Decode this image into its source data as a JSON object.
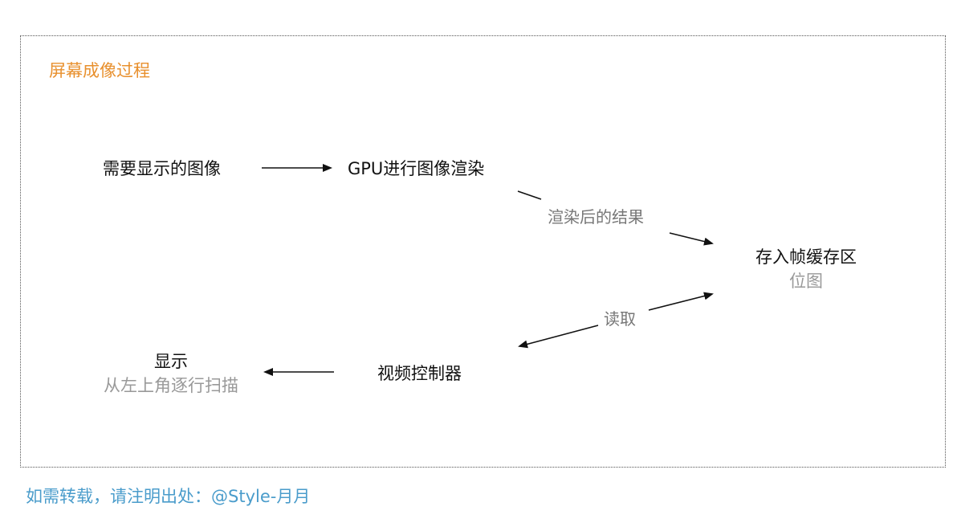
{
  "diagram": {
    "title": "屏幕成像过程",
    "nodes": {
      "image_to_display": {
        "label": "需要显示的图像"
      },
      "gpu_render": {
        "label": "GPU进行图像渲染"
      },
      "frame_buffer": {
        "label": "存入帧缓存区",
        "sublabel": "位图"
      },
      "video_controller": {
        "label": "视频控制器"
      },
      "display": {
        "label": "显示",
        "sublabel": "从左上角逐行扫描"
      }
    },
    "edges": {
      "render_result": {
        "from": "gpu_render",
        "to": "frame_buffer",
        "label": "渲染后的结果"
      },
      "read": {
        "from": "video_controller",
        "to": "frame_buffer",
        "label": "读取",
        "bidirectional": true
      },
      "image_to_gpu": {
        "from": "image_to_display",
        "to": "gpu_render"
      },
      "controller_to_display": {
        "from": "video_controller",
        "to": "display"
      }
    }
  },
  "footer": {
    "text": "如需转载，请注明出处：@Style-月月"
  },
  "colors": {
    "title": "#E8902E",
    "node_text": "#111111",
    "sublabel": "#999999",
    "edge_label": "#777777",
    "footer": "#4A9CCB",
    "frame_border": "#555555",
    "arrow": "#111111"
  }
}
